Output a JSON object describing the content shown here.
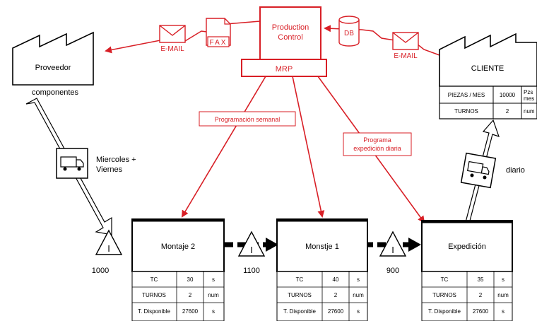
{
  "production_control": {
    "title_line1": "Production",
    "title_line2": "Control",
    "mrp": "MRP",
    "db": "DB"
  },
  "info_channels": {
    "email_left": "E-MAIL",
    "fax": "FAX",
    "email_right": "E-MAIL"
  },
  "supplier": {
    "name": "Proveedor",
    "material_label": "componentes",
    "shipment_line1": "Miercoles +",
    "shipment_line2": "Viernes"
  },
  "customer": {
    "name": "CLIENTE",
    "shipment_label": "diario",
    "table": [
      [
        "PIEZAS / MES",
        "10000",
        "Pzs",
        "mes"
      ],
      [
        "TURNOS",
        "2",
        "num",
        ""
      ]
    ]
  },
  "schedules": {
    "weekly": "Programación semanal",
    "daily_line1": "Programa",
    "daily_line2": "expedición diaria"
  },
  "processes": [
    {
      "name": "Montaje 2",
      "rows": [
        [
          "TC",
          "30",
          "s"
        ],
        [
          "TURNOS",
          "2",
          "num"
        ],
        [
          "T. Disponible",
          "27600",
          "s"
        ]
      ]
    },
    {
      "name": "Monstje 1",
      "rows": [
        [
          "TC",
          "40",
          "s"
        ],
        [
          "TURNOS",
          "2",
          "num"
        ],
        [
          "T. Disponible",
          "27600",
          "s"
        ]
      ]
    },
    {
      "name": "Expedición",
      "rows": [
        [
          "TC",
          "35",
          "s"
        ],
        [
          "TURNOS",
          "2",
          "num"
        ],
        [
          "T. Disponible",
          "27600",
          "s"
        ]
      ]
    }
  ],
  "inventories": [
    {
      "symbol": "I",
      "quantity": "1000"
    },
    {
      "symbol": "I",
      "quantity": "1100"
    },
    {
      "symbol": "I",
      "quantity": "900"
    }
  ],
  "colors": {
    "info_flow": "#d81f26",
    "outline": "#000000"
  }
}
